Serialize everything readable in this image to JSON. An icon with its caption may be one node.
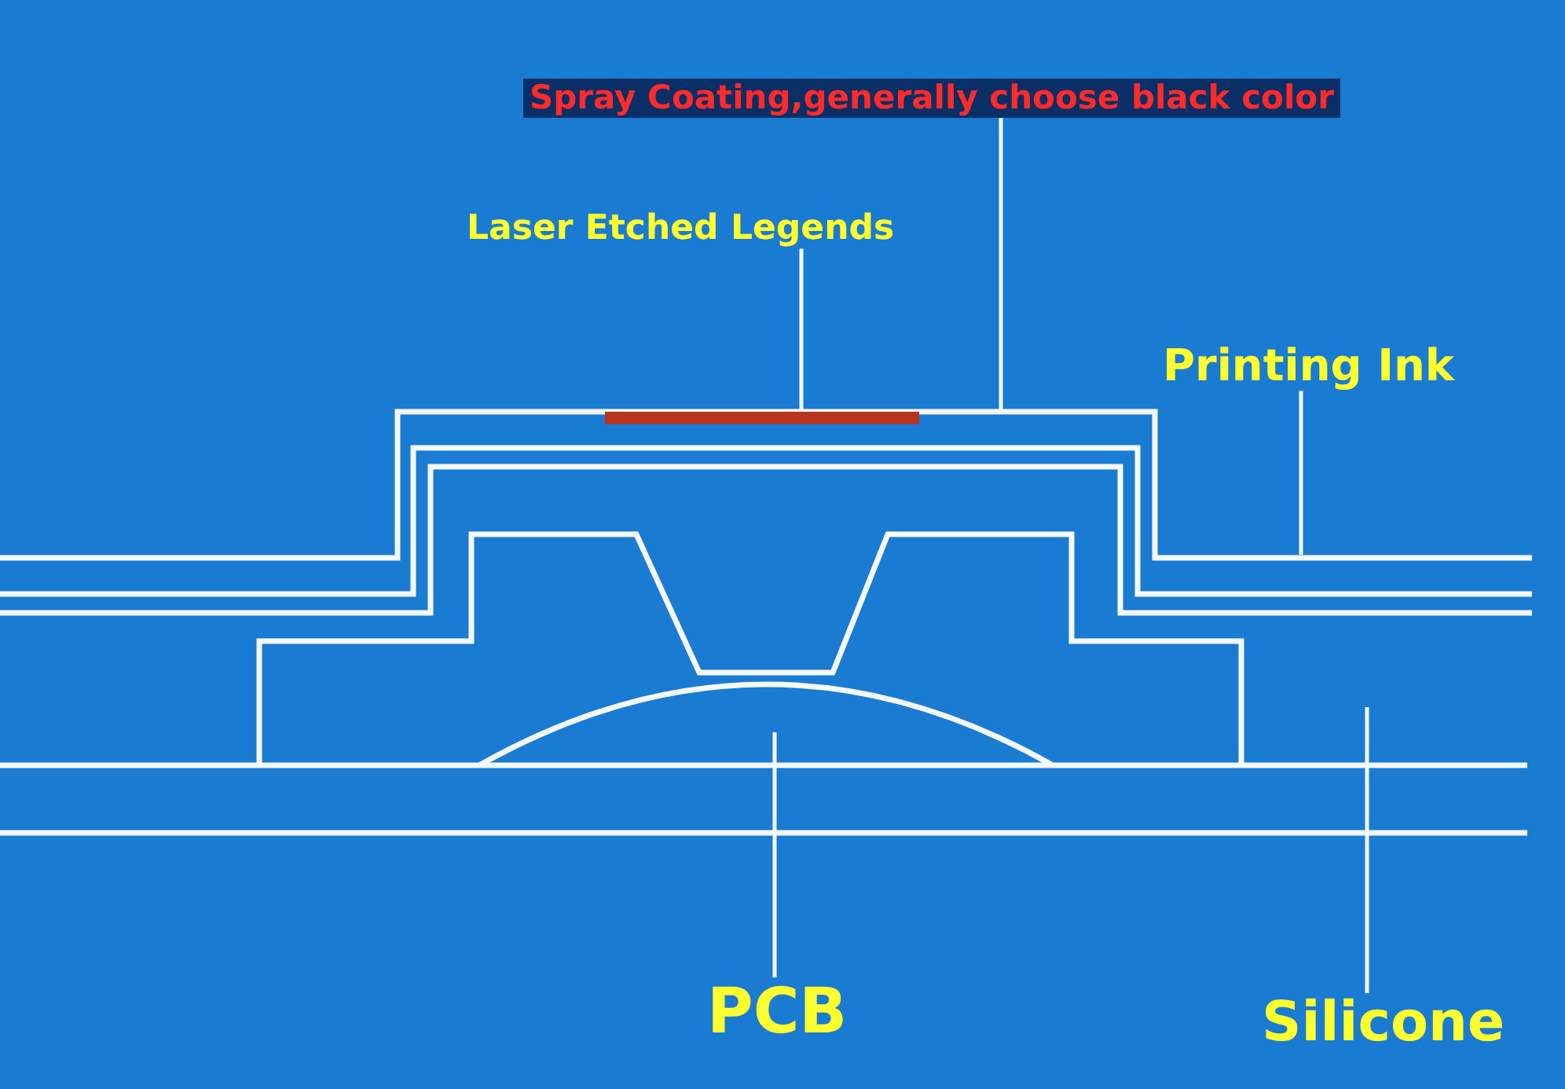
{
  "diagram": {
    "nodes": [
      {
        "text": [
          "Spray Coating,generally choose black color"
        ]
      },
      {
        "text": [
          "Laser Etched Legends"
        ]
      },
      {
        "text": [
          "Printing Ink"
        ]
      },
      {
        "text": [
          "PCB"
        ]
      },
      {
        "text": [
          "Silicone"
        ]
      },
      {
        "text": [],
        "shape": "bar"
      }
    ],
    "edges": [
      {
        "from": 0,
        "to": null,
        "arrow": "none"
      },
      {
        "from": 1,
        "to": 5,
        "arrow": "none"
      },
      {
        "from": 2,
        "to": null,
        "arrow": "none"
      },
      {
        "from": 3,
        "to": null,
        "arrow": "none"
      },
      {
        "from": 4,
        "to": null,
        "arrow": "none"
      }
    ]
  }
}
